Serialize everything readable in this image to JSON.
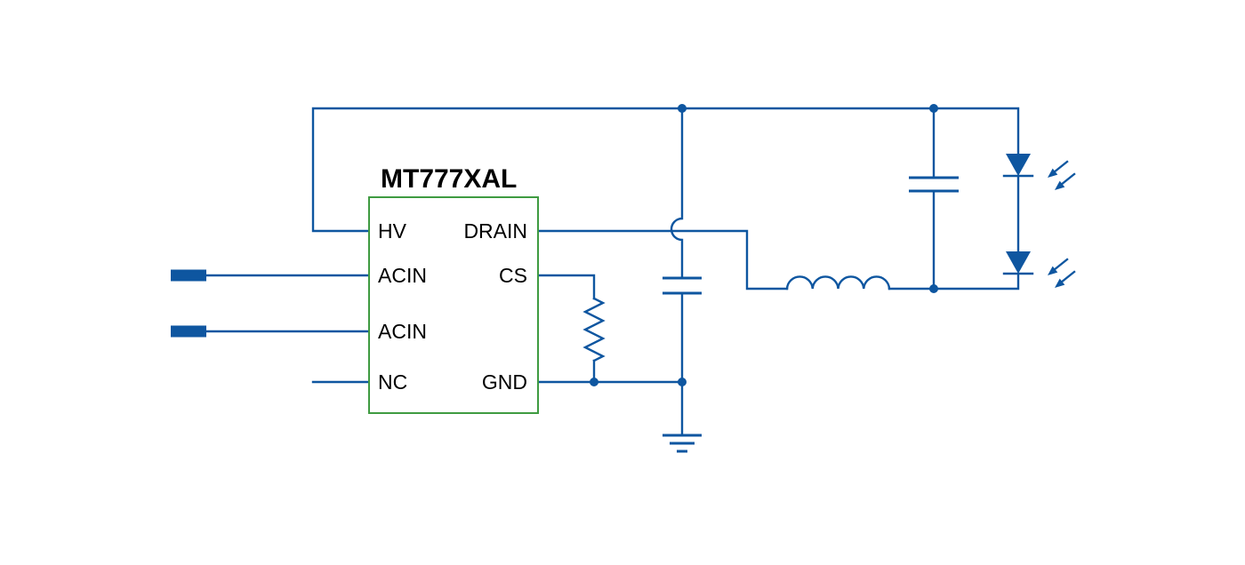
{
  "diagram": {
    "title": "MT777XAL",
    "ic": {
      "pins": {
        "left": [
          "HV",
          "ACIN",
          "ACIN",
          "NC"
        ],
        "right": [
          "DRAIN",
          "CS",
          "GND"
        ]
      }
    },
    "colors": {
      "wire": "#0E56A0",
      "ic_border": "#3F9B41",
      "text": "#000000",
      "background": "#FFFFFF"
    },
    "components": [
      "ac-input-terminal",
      "ac-input-terminal",
      "ic-mt777xal",
      "current-sense-resistor",
      "mid-capacitor",
      "output-capacitor",
      "inductor",
      "led",
      "led",
      "ground-symbol"
    ]
  }
}
